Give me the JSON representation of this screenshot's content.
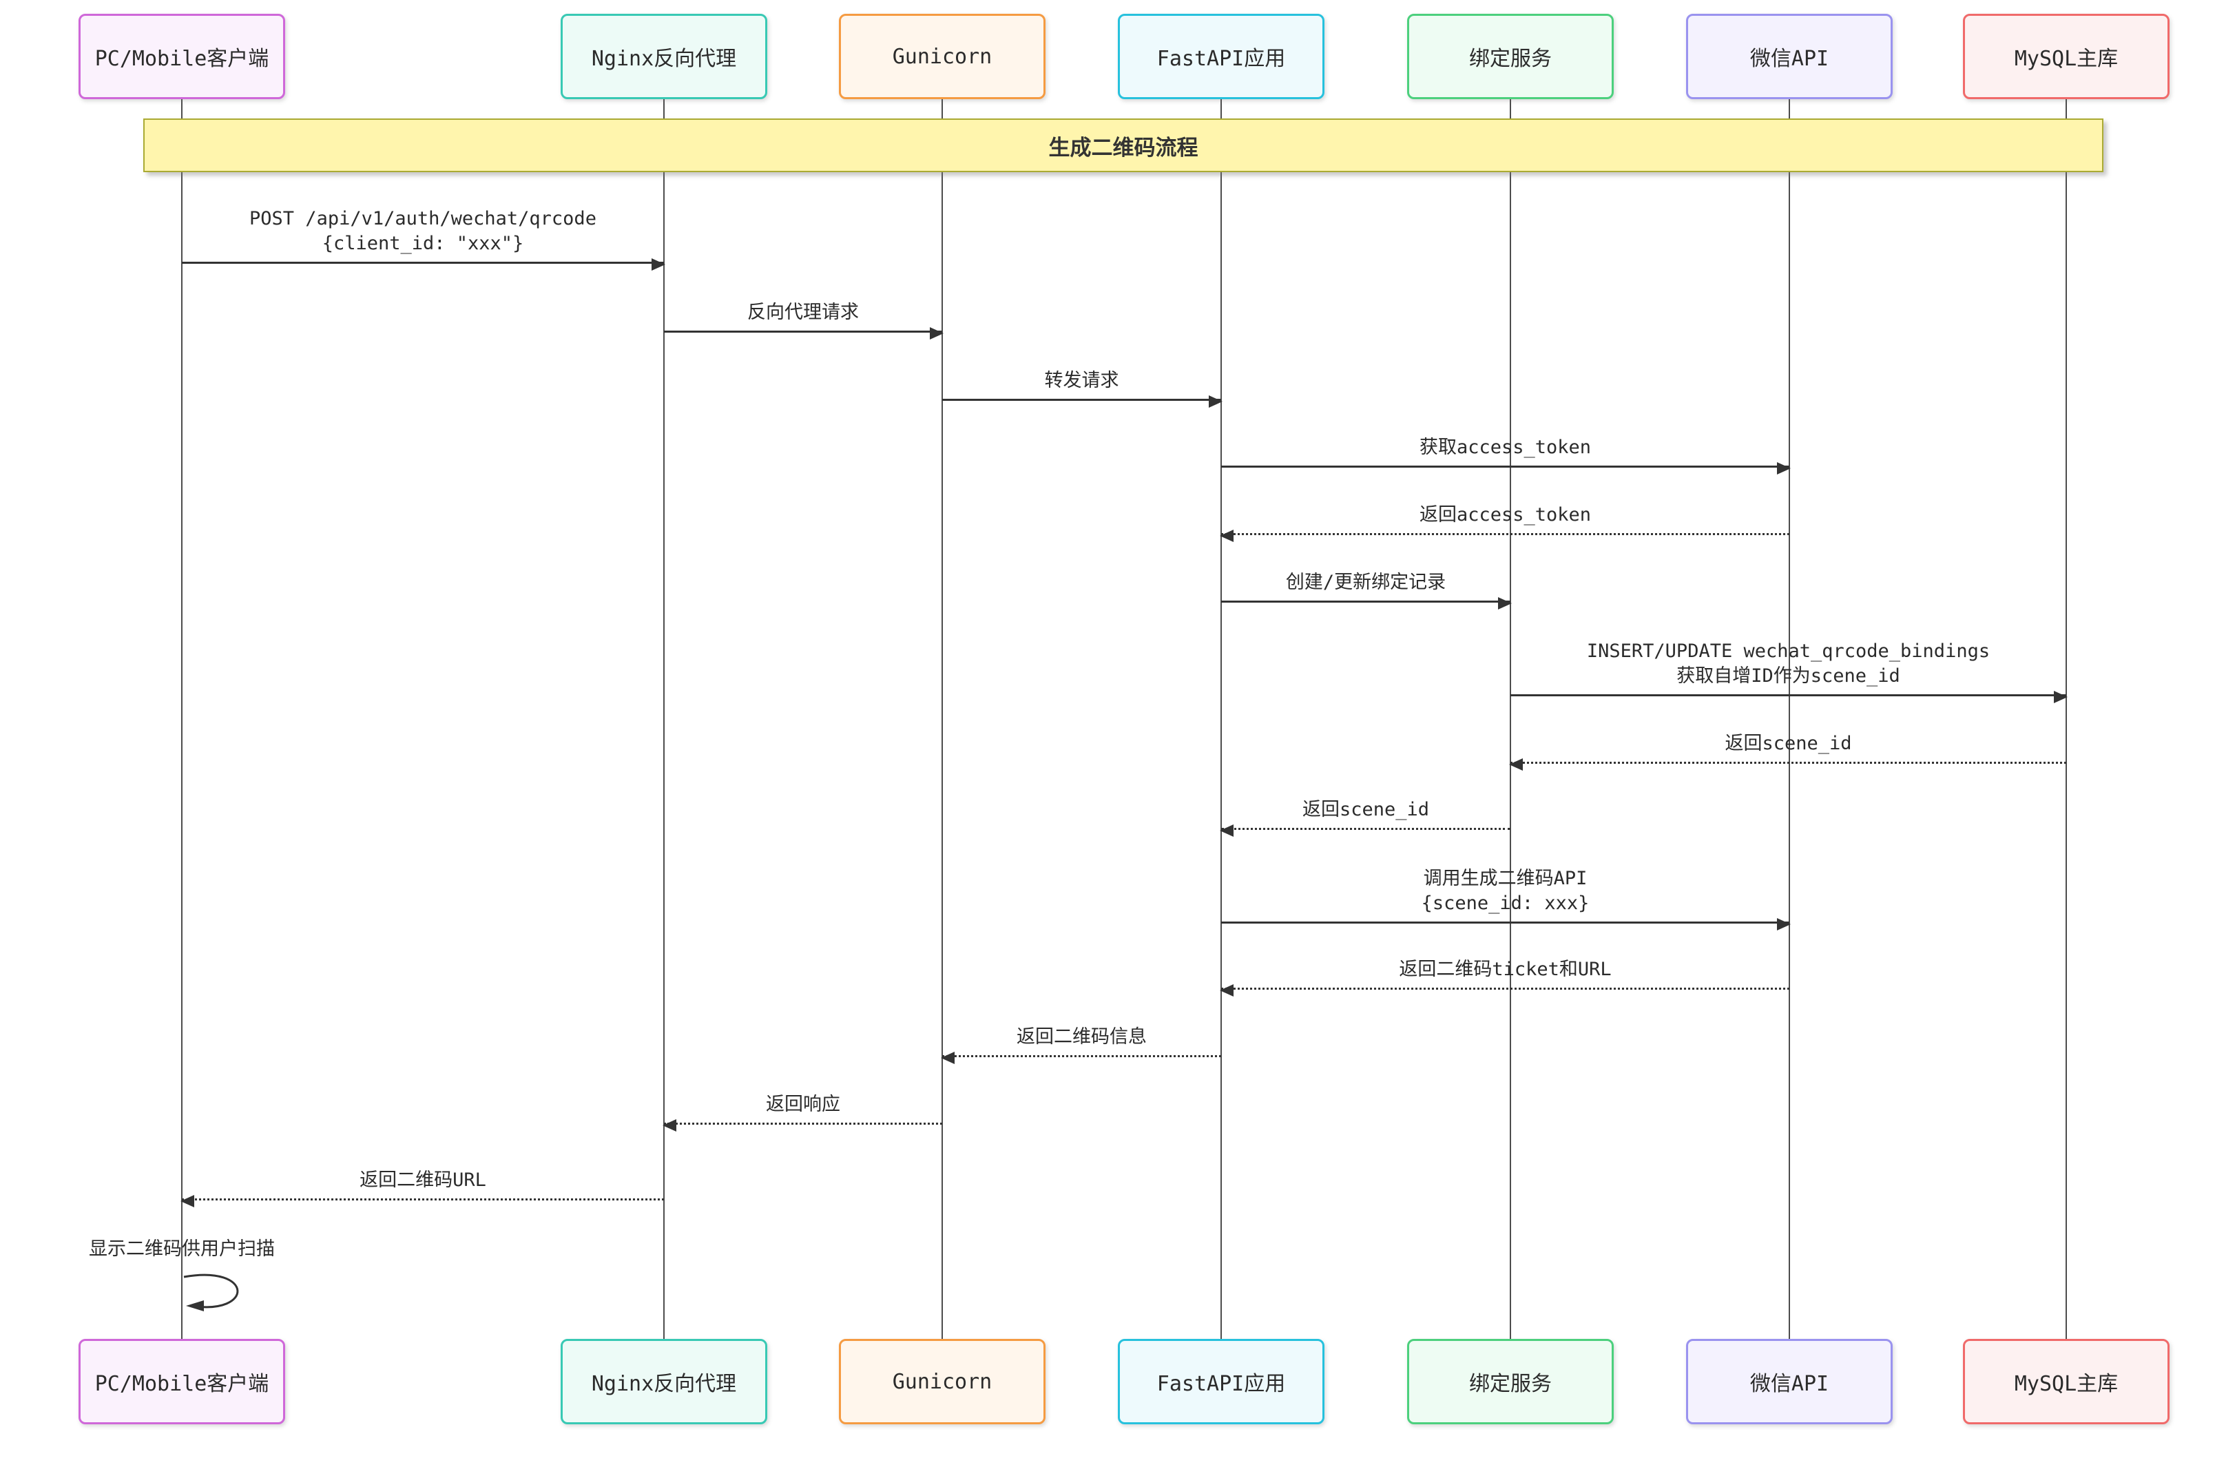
{
  "diagram": {
    "banner": {
      "title": "生成二维码流程",
      "fill": "#fff5ad",
      "border": "#aaaa33"
    },
    "participants": [
      {
        "label": "PC/Mobile客户端",
        "border": "#cf68d9",
        "fill": "#fbf2fd"
      },
      {
        "label": "Nginx反向代理",
        "border": "#38c9b4",
        "fill": "#edfbf7"
      },
      {
        "label": "Gunicorn",
        "border": "#f59b42",
        "fill": "#fff6ec"
      },
      {
        "label": "FastAPI应用",
        "border": "#27c1dd",
        "fill": "#eefafd"
      },
      {
        "label": "绑定服务",
        "border": "#4cd07d",
        "fill": "#eefcf3"
      },
      {
        "label": "微信API",
        "border": "#9a93ef",
        "fill": "#f4f2fe"
      },
      {
        "label": "MySQL主库",
        "border": "#f06a6a",
        "fill": "#fdf1f1"
      }
    ],
    "messages": [
      {
        "line1": "POST /api/v1/auth/wechat/qrcode",
        "line2": "{client_id: \"xxx\"}",
        "from": "PC/Mobile客户端",
        "to": "Nginx反向代理",
        "kind": "solid"
      },
      {
        "line1": "反向代理请求",
        "from": "Nginx反向代理",
        "to": "Gunicorn",
        "kind": "solid"
      },
      {
        "line1": "转发请求",
        "from": "Gunicorn",
        "to": "FastAPI应用",
        "kind": "solid"
      },
      {
        "line1": "获取access_token",
        "from": "FastAPI应用",
        "to": "微信API",
        "kind": "solid"
      },
      {
        "line1": "返回access_token",
        "from": "微信API",
        "to": "FastAPI应用",
        "kind": "dotted"
      },
      {
        "line1": "创建/更新绑定记录",
        "from": "FastAPI应用",
        "to": "绑定服务",
        "kind": "solid"
      },
      {
        "line1": "INSERT/UPDATE wechat_qrcode_bindings",
        "line2": "获取自增ID作为scene_id",
        "from": "绑定服务",
        "to": "MySQL主库",
        "kind": "solid"
      },
      {
        "line1": "返回scene_id",
        "from": "MySQL主库",
        "to": "绑定服务",
        "kind": "dotted"
      },
      {
        "line1": "返回scene_id",
        "from": "绑定服务",
        "to": "FastAPI应用",
        "kind": "dotted"
      },
      {
        "line1": "调用生成二维码API",
        "line2": "{scene_id: xxx}",
        "from": "FastAPI应用",
        "to": "微信API",
        "kind": "solid"
      },
      {
        "line1": "返回二维码ticket和URL",
        "from": "微信API",
        "to": "FastAPI应用",
        "kind": "dotted"
      },
      {
        "line1": "返回二维码信息",
        "from": "FastAPI应用",
        "to": "Gunicorn",
        "kind": "dotted"
      },
      {
        "line1": "返回响应",
        "from": "Gunicorn",
        "to": "Nginx反向代理",
        "kind": "dotted"
      },
      {
        "line1": "返回二维码URL",
        "from": "Nginx反向代理",
        "to": "PC/Mobile客户端",
        "kind": "dotted"
      },
      {
        "line1": "显示二维码供用户扫描",
        "from": "PC/Mobile客户端",
        "to": "PC/Mobile客户端",
        "kind": "self"
      }
    ]
  }
}
